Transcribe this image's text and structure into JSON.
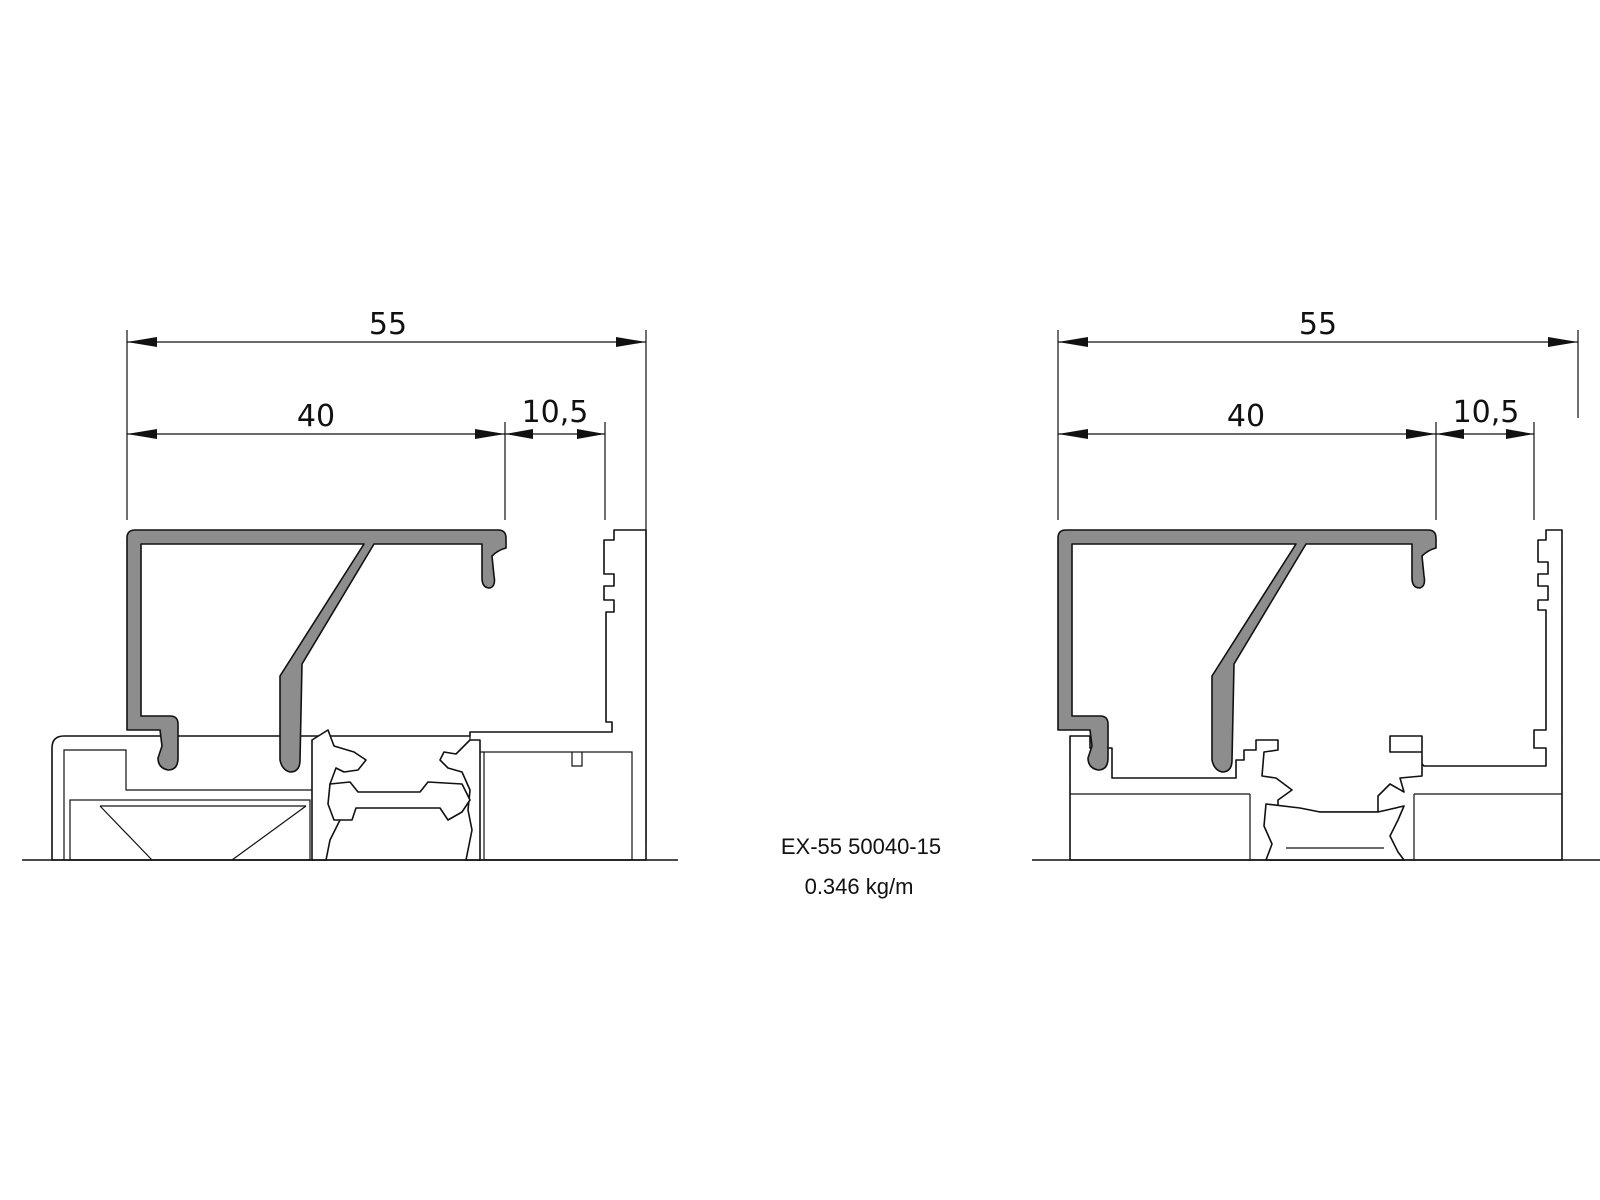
{
  "colors": {
    "line": "#111111",
    "profile_fill": "#8d8d8d",
    "background": "#ffffff"
  },
  "drawings": [
    {
      "name": "left-section",
      "dims": {
        "overall": "55",
        "inner": "40",
        "offset": "10,5"
      }
    },
    {
      "name": "right-section",
      "dims": {
        "overall": "55",
        "inner": "40",
        "offset": "10,5"
      }
    }
  ],
  "caption": {
    "part_number": "EX-55 50040-15",
    "weight": "0.346 kg/m"
  }
}
